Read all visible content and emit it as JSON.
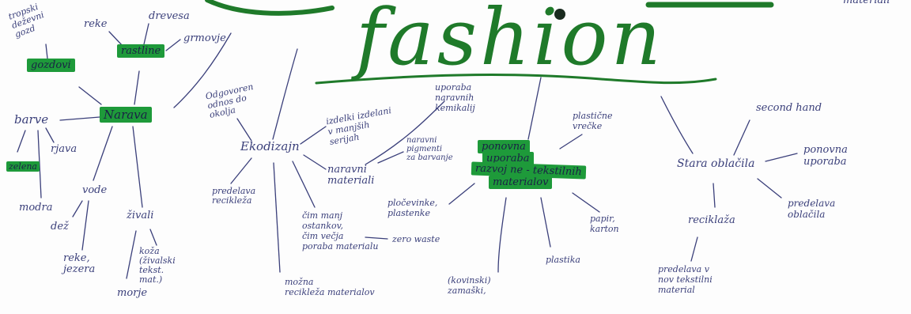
{
  "title": "fashion",
  "corner_text": "materiali",
  "left_cluster": {
    "center": "Narava",
    "gozdovi": "gozdovi",
    "rastline": "rastline",
    "tropski": "tropski\ndeževni\ngozd",
    "reke": "reke",
    "drevesa": "drevesa",
    "grmovje": "grmovje",
    "barve": "barve",
    "rjava": "rjava",
    "zelena": "zelena",
    "modra": "modra",
    "vode": "vode",
    "dez": "dež",
    "reke_jezera": "reke,\njezera",
    "zivali": "živali",
    "morje": "morje",
    "koza": "koža\n(živalski\ntekst.\nmat.)"
  },
  "middle_cluster": {
    "center": "Ekodizajn",
    "odgovoren": "Odgovoren\nodnos do\nokolja",
    "izdelki": "izdelki izdelani\nv manjših\nserijah",
    "naravni_materiali": "naravni\nmateriali",
    "uporaba": "uporaba\nnaravnih\nkemikalij",
    "pigmenti": "naravni\npigmenti\nza barvanje",
    "predelava": "predelava\nrecikleža",
    "cim_manj": "čim manj\nostankov,\nčim večja\nporaba materialu",
    "zero_waste": "zero waste",
    "mozna": "možna\nrecikleža materialov"
  },
  "recycle_cluster": {
    "highlight": [
      "ponovna",
      "uporaba",
      "razvoj ne - tekstilnih",
      "materialov"
    ],
    "plasticne": "plastične\nvrečke",
    "plocevinke": "pločevinke,\nplastenke",
    "papir": "papir,\nkarton",
    "plastika": "plastika",
    "kovinski": "(kovinski)\nzamaški,"
  },
  "right_cluster": {
    "center": "Stara oblačila",
    "second_hand": "second hand",
    "ponovna_uporaba": "ponovna\nuporaba",
    "predelava_oblacila": "predelava\noblačila",
    "reciklaza": "reciklaža",
    "predelava_v": "predelava v\nnov tekstilni\nmaterial"
  },
  "colors": {
    "ink": "#3a3f7a",
    "title_green": "#1f7a2a",
    "highlighter_green": "#1e9a3a"
  }
}
